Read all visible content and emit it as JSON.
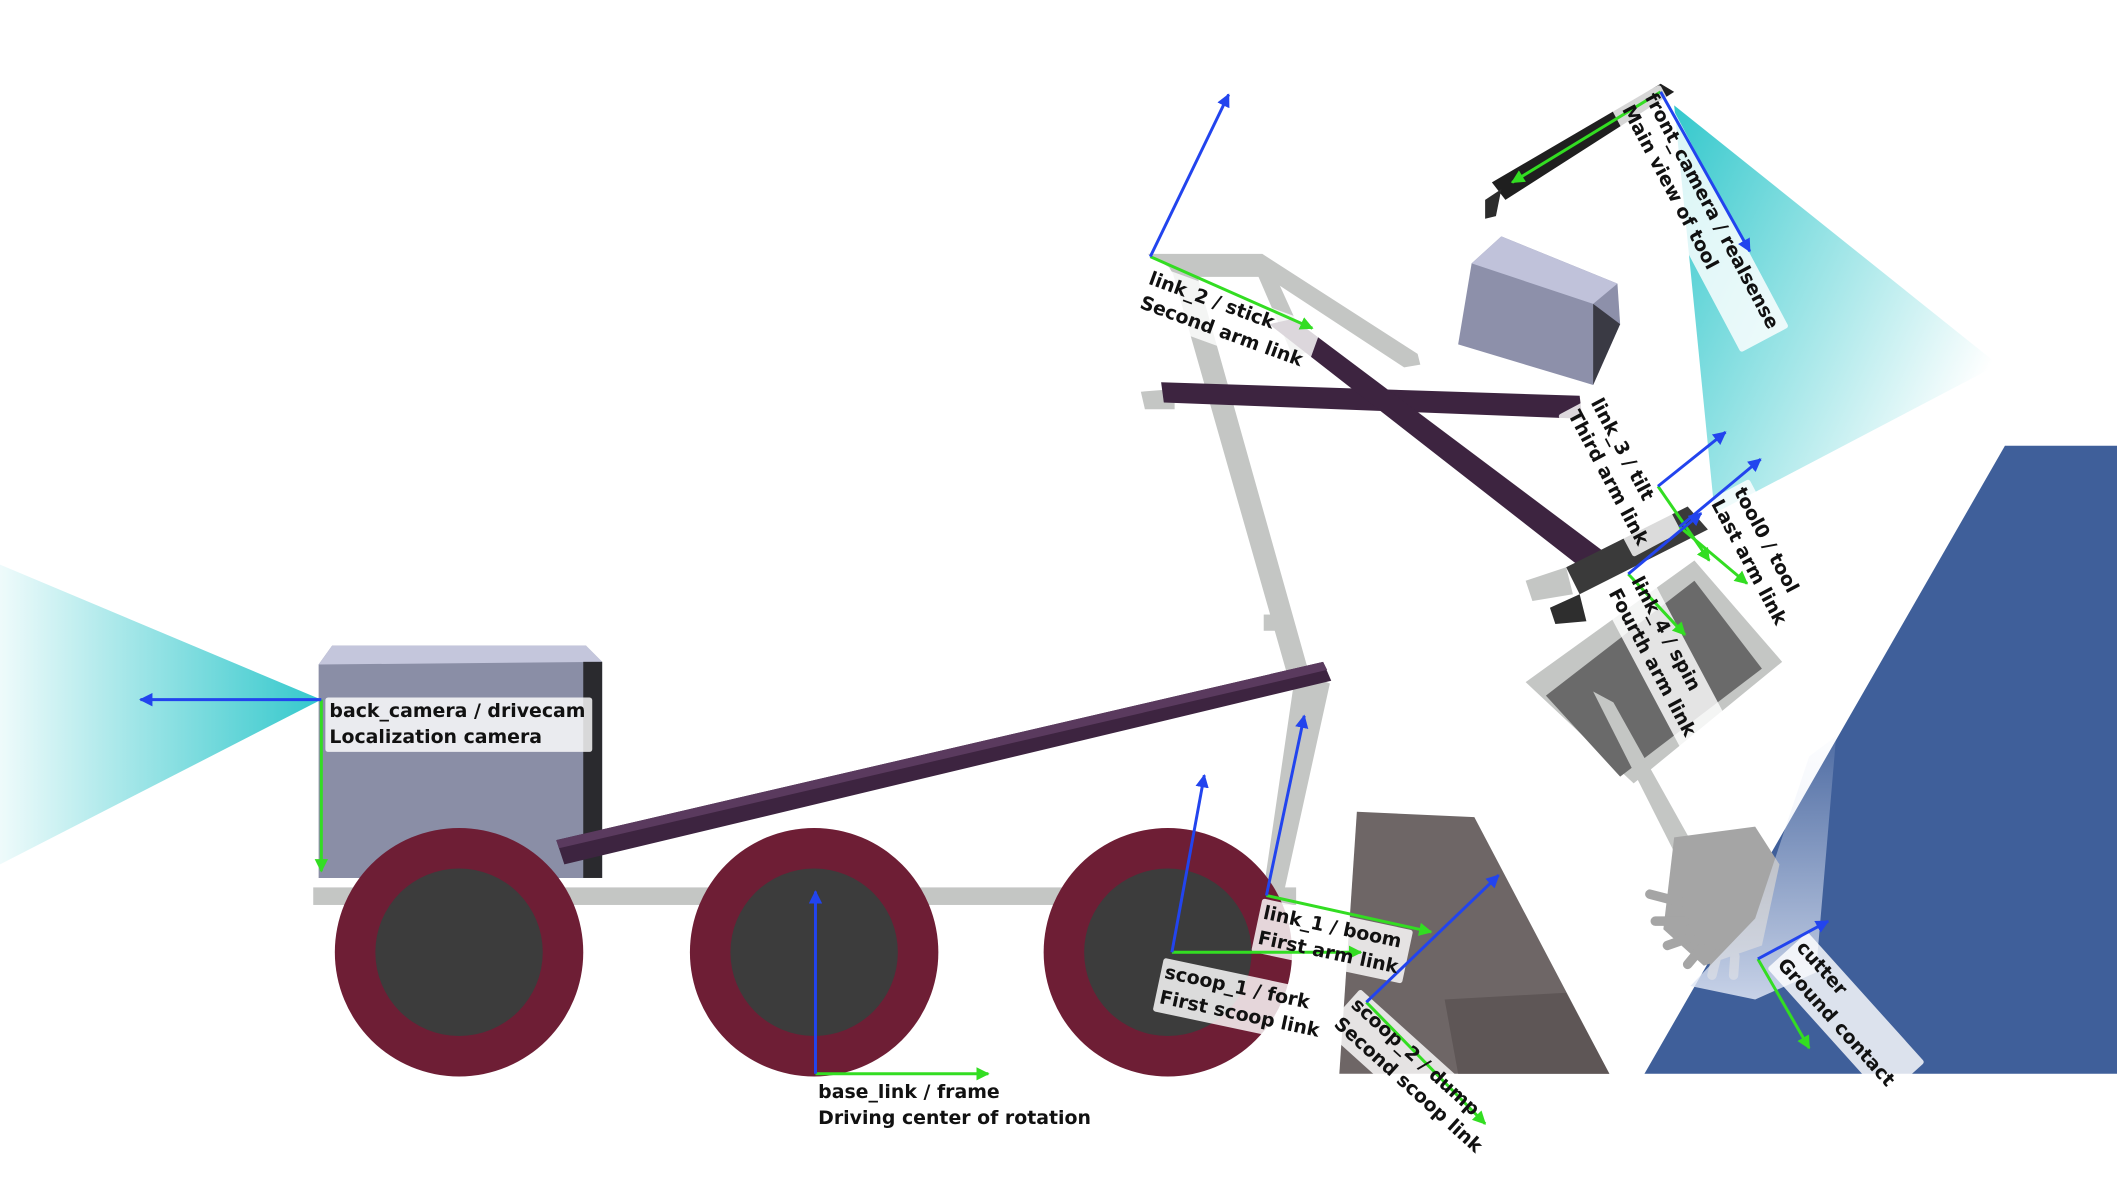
{
  "frames": [
    {
      "id": "back-camera",
      "name": "back_camera / drivecam",
      "desc": "Localization camera"
    },
    {
      "id": "base-link",
      "name": "base_link / frame",
      "desc": "Driving center of rotation"
    },
    {
      "id": "link-1",
      "name": "link_1 / boom",
      "desc": "First arm link"
    },
    {
      "id": "scoop-1",
      "name": "scoop_1 / fork",
      "desc": "First scoop link"
    },
    {
      "id": "scoop-2",
      "name": "scoop_2 / dump",
      "desc": "Second scoop link"
    },
    {
      "id": "link-2",
      "name": "link_2 / stick",
      "desc": "Second arm link"
    },
    {
      "id": "link-3",
      "name": "link_3 / tilt",
      "desc": "Third arm link"
    },
    {
      "id": "tool0",
      "name": "tool0 / tool",
      "desc": "Last arm link"
    },
    {
      "id": "link-4",
      "name": "link_4 / spin",
      "desc": "Fourth arm link"
    },
    {
      "id": "front-camera",
      "name": "front_camera / realsense",
      "desc": "Main view of tool"
    },
    {
      "id": "cutter",
      "name": "cutter",
      "desc": "Ground contact"
    }
  ],
  "colors": {
    "x_axis": "#33dd22",
    "z_axis": "#2244ee",
    "tire": "#6e1e35",
    "hub": "#3c3c3c",
    "frame": "#c4c6c4",
    "beam": "#3d2440",
    "camera_box": "#8a8ea6",
    "ground": "#3f5f9a",
    "camera_cone": "#33c8cc",
    "scoop": "#6e6666",
    "tool_head": "#6a6a6a"
  }
}
